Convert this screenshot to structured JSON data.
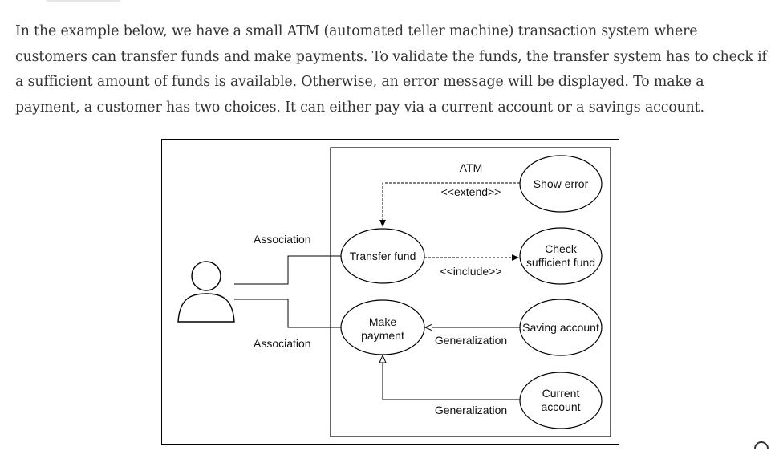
{
  "article": {
    "paragraph": "In the example below, we have a small ATM (automated teller machine) transaction system where customers can transfer funds and make payments. To validate the funds, the transfer system has to check if a sufficient amount of funds is available. Otherwise, an error message will be displayed. To make a payment, a customer has two choices. It can either pay via a current account or a savings account."
  },
  "diagram": {
    "system_label": "ATM",
    "use_cases": {
      "transfer_fund": "Transfer fund",
      "make_payment_line1": "Make",
      "make_payment_line2": "payment",
      "show_error": "Show error",
      "check_funds_line1": "Check",
      "check_funds_line2": "sufficient fund",
      "saving_account": "Saving account",
      "current_account_line1": "Current",
      "current_account_line2": "account"
    },
    "relations": {
      "association_top": "Association",
      "association_bottom": "Association",
      "extend": "<<extend>>",
      "include": "<<include>>",
      "generalization_top": "Generalization",
      "generalization_bottom": "Generalization"
    }
  }
}
